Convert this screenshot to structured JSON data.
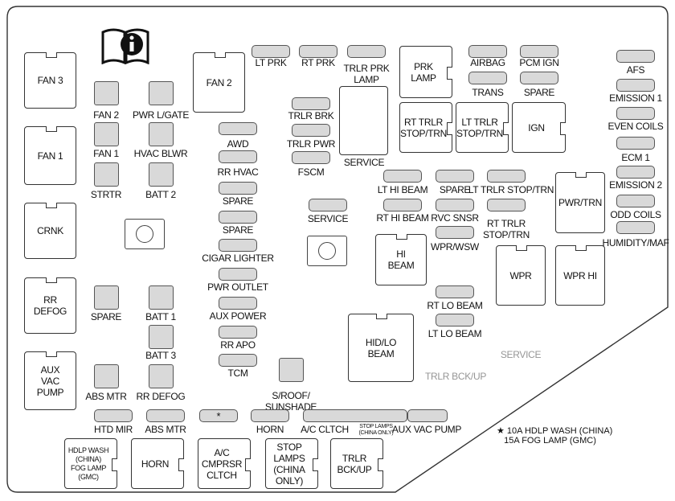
{
  "relays": [
    "FAN 3",
    "FAN 1",
    "CRNK",
    "RR\nDEFOG",
    "AUX\nVAC\nPUMP",
    "FAN 2",
    "",
    "PRK\nLAMP",
    "RT TRLR\nSTOP/TRN",
    "LT TRLR\nSTOP/TRN",
    "IGN",
    "PWR/TRN",
    "HI\nBEAM",
    "WPR",
    "WPR HI",
    "HID/LO\nBEAM",
    "HDLP WASH\n(CHINA)\nFOG LAMP\n(GMC)",
    "HORN",
    "A/C\nCMPRSR\nCLTCH",
    "STOP\nLAMPS\n(CHINA\nONLY)",
    "TRLR\nBCK/UP"
  ],
  "square_fuses": [
    "FAN 2",
    "PWR L/GATE",
    "FAN 1",
    "HVAC BLWR",
    "STRTR",
    "BATT 2",
    "SPARE",
    "BATT 1",
    "BATT 3",
    "ABS MTR",
    "RR DEFOG",
    "S/ROOF/\nSUNSHADE"
  ],
  "mini_fuses": [
    "LT PRK",
    "RT PRK",
    "TRLR PRK\nLAMP",
    "AIRBAG",
    "PCM IGN",
    "TRANS",
    "SPARE",
    "AFS",
    "EMISSION 1",
    "EVEN COILS",
    "ECM 1",
    "EMISSION 2",
    "ODD COILS",
    "HUMIDITY/MAF",
    "TRLR BRK",
    "TRLR PWR",
    "FSCM",
    "AWD",
    "RR HVAC",
    "SPARE",
    "SPARE",
    "CIGAR LIGHTER",
    "PWR OUTLET",
    "AUX POWER",
    "RR APO",
    "TCM",
    "SERVICE",
    "LT HI BEAM",
    "SPARE",
    "LT TRLR STOP/TRN",
    "RT HI BEAM",
    "RVC SNSR",
    "RT TRLR\nSTOP/TRN",
    "WPR/WSW",
    "RT LO BEAM",
    "LT LO BEAM",
    "HTD MIR",
    "ABS MTR",
    "",
    "HORN",
    "A/C CLTCH",
    "AUX VAC PUMP"
  ],
  "star_mark": "*",
  "texts": [
    "SERVICE",
    "TRLR BCK/UP",
    "SERVICE",
    "STOP LAMPS\n(CHINA ONLY)"
  ],
  "legend": {
    "line1": "★ 10A HDLP WASH (CHINA)",
    "line2": "   15A FOG LAMP (GMC)"
  },
  "icon": "owner-manual-info-icon"
}
